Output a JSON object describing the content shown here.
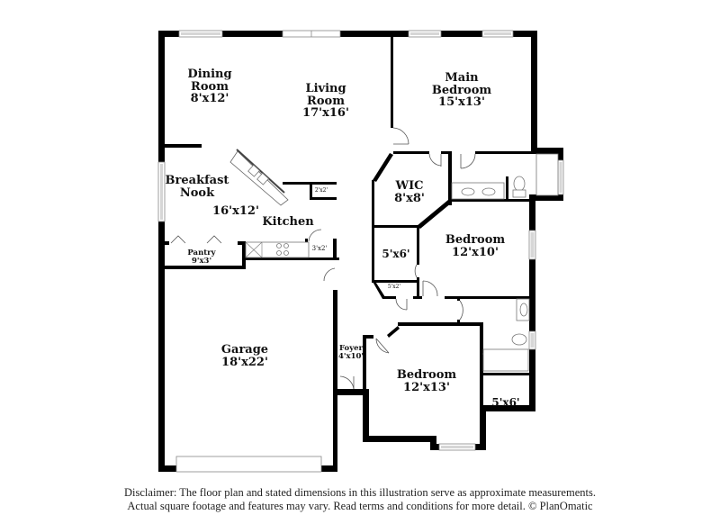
{
  "floorplan": {
    "rooms": [
      {
        "id": "dining",
        "name_lines": [
          "Dining",
          "Room"
        ],
        "dims": "8'x12'"
      },
      {
        "id": "living",
        "name_lines": [
          "Living",
          "Room"
        ],
        "dims": "17'x16'"
      },
      {
        "id": "main-bedroom",
        "name_lines": [
          "Main",
          "Bedroom"
        ],
        "dims": "15'x13'"
      },
      {
        "id": "breakfast-nook",
        "name_lines": [
          "Breakfast",
          "Nook"
        ],
        "dims": "16'x12'"
      },
      {
        "id": "kitchen",
        "name_lines": [
          "Kitchen"
        ],
        "dims": ""
      },
      {
        "id": "wic",
        "name_lines": [
          "WIC"
        ],
        "dims": "8'x8'"
      },
      {
        "id": "bedroom-2",
        "name_lines": [
          "Bedroom"
        ],
        "dims": "12'x10'"
      },
      {
        "id": "closet-5x6-a",
        "name_lines": [],
        "dims": "5'x6'"
      },
      {
        "id": "closet-5x2",
        "name_lines": [],
        "dims": "5'x2'"
      },
      {
        "id": "pantry",
        "name_lines": [
          "Pantry"
        ],
        "dims": "9'x3'"
      },
      {
        "id": "closet-2x2",
        "name_lines": [],
        "dims": "2'x2'"
      },
      {
        "id": "closet-3x2",
        "name_lines": [],
        "dims": "3'x2'"
      },
      {
        "id": "garage",
        "name_lines": [
          "Garage"
        ],
        "dims": "18'x22'"
      },
      {
        "id": "foyer",
        "name_lines": [
          "Foyer"
        ],
        "dims": "4'x10'"
      },
      {
        "id": "bedroom-3",
        "name_lines": [
          "Bedroom"
        ],
        "dims": "12'x13'"
      },
      {
        "id": "closet-5x6-b",
        "name_lines": [],
        "dims": "5'x6'"
      }
    ],
    "labels": {
      "dining": {
        "l1": "Dining",
        "l2": "Room",
        "dims": "8'x12'"
      },
      "living": {
        "l1": "Living",
        "l2": "Room",
        "dims": "17'x16'"
      },
      "main_bedroom": {
        "l1": "Main",
        "l2": "Bedroom",
        "dims": "15'x13'"
      },
      "breakfast": {
        "l1": "Breakfast",
        "l2": "Nook",
        "dims": "16'x12'"
      },
      "kitchen": {
        "l1": "Kitchen"
      },
      "wic": {
        "l1": "WIC",
        "dims": "8'x8'"
      },
      "bedroom2": {
        "l1": "Bedroom",
        "dims": "12'x10'"
      },
      "closet_a": {
        "dims": "5'x6'"
      },
      "closet_5x2": {
        "dims": "5'x2'"
      },
      "pantry": {
        "l1": "Pantry",
        "dims": "9'x3'"
      },
      "closet_2x2": {
        "dims": "2'x2'"
      },
      "closet_3x2": {
        "dims": "3'x2'"
      },
      "garage": {
        "l1": "Garage",
        "dims": "18'x22'"
      },
      "foyer": {
        "l1": "Foyer",
        "dims": "4'x10'"
      },
      "bedroom3": {
        "l1": "Bedroom",
        "dims": "12'x13'"
      },
      "closet_b": {
        "dims": "5'x6'"
      }
    },
    "colors": {
      "wall": "#000000",
      "window_fill": "#d6d6d6",
      "fixture_stroke": "#777777",
      "background": "#ffffff"
    }
  },
  "disclaimer": {
    "line1": "Disclaimer: The floor plan and stated dimensions in this illustration serve as approximate measurements.",
    "line2": "Actual square footage and features may vary. Read terms and conditions for more detail. © PlanOmatic"
  }
}
